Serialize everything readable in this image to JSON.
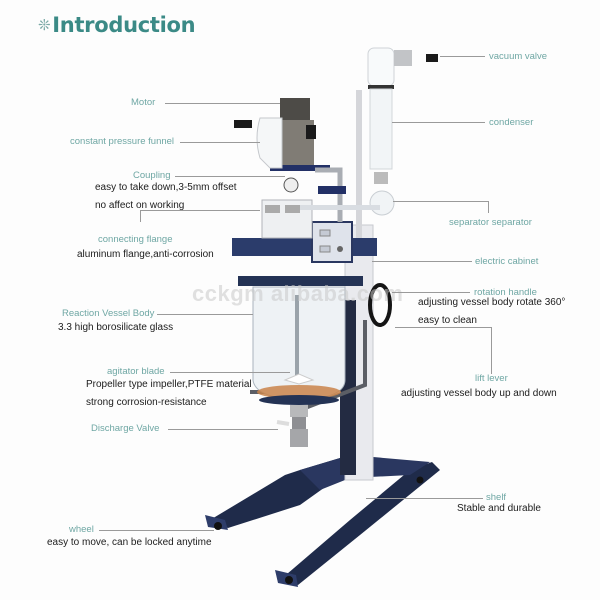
{
  "header": {
    "icon": "snowflake-icon",
    "title": "Introduction",
    "accent_color": "#3b8a86"
  },
  "watermark": "cckgm alibaba.com",
  "colors": {
    "label": "#6fa7a4",
    "description": "#1c1c1c",
    "frame_blue": "#243355",
    "leader_line": "#9a9a9a"
  },
  "left_callouts": [
    {
      "label": "Motor",
      "descriptions": []
    },
    {
      "label": "constant pressure funnel",
      "descriptions": []
    },
    {
      "label": "Coupling",
      "descriptions": [
        "easy to take down,3-5mm offset",
        "no affect on working"
      ]
    },
    {
      "label": "connecting flange",
      "descriptions": [
        "aluminum flange,anti-corrosion"
      ]
    },
    {
      "label": "Reaction Vessel Body",
      "descriptions": [
        "3.3 high borosilicate glass"
      ]
    },
    {
      "label": "agitator blade",
      "descriptions": [
        "Propeller type impeller,PTFE material",
        "strong corrosion-resistance"
      ]
    },
    {
      "label": "Discharge Valve",
      "descriptions": []
    },
    {
      "label": "wheel",
      "descriptions": [
        "easy to move, can be locked anytime"
      ]
    }
  ],
  "right_callouts": [
    {
      "label": "vacuum valve",
      "descriptions": []
    },
    {
      "label": "condenser",
      "descriptions": []
    },
    {
      "label": "separator separator",
      "descriptions": []
    },
    {
      "label": "electric cabinet",
      "descriptions": []
    },
    {
      "label": "rotation handle",
      "descriptions": [
        "adjusting vessel body rotate 360°",
        "easy to clean"
      ]
    },
    {
      "label": "lift lever",
      "descriptions": [
        "adjusting vessel body up and down"
      ]
    },
    {
      "label": "shelf",
      "descriptions": [
        "Stable and durable"
      ]
    }
  ]
}
